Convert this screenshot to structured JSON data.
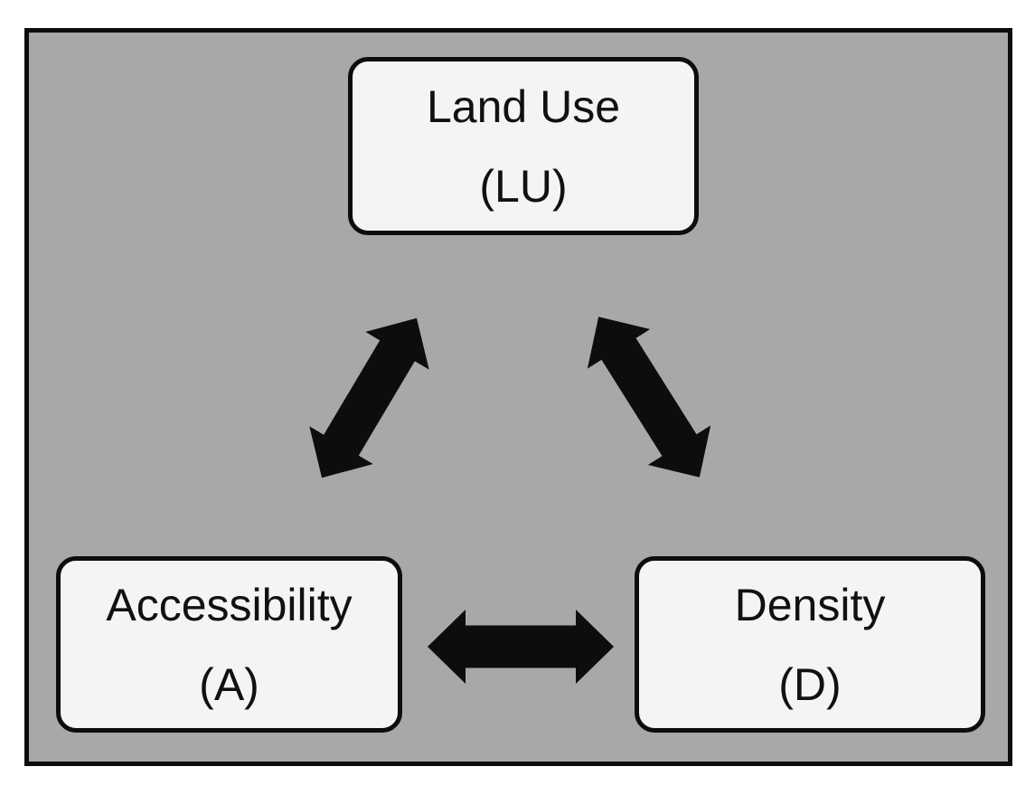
{
  "diagram": {
    "panel_background_color": "#a8a8a8",
    "node_fill_color": "#f4f4f4",
    "border_color": "#0d0d0d",
    "arrow_color": "#0d0d0d",
    "nodes": [
      {
        "id": "land-use",
        "title": "Land Use",
        "abbrev": "(LU)"
      },
      {
        "id": "accessibility",
        "title": "Accessibility",
        "abbrev": "(A)"
      },
      {
        "id": "density",
        "title": "Density",
        "abbrev": "(D)"
      }
    ],
    "edges": [
      {
        "from": "land-use",
        "to": "accessibility",
        "bidirectional": true
      },
      {
        "from": "land-use",
        "to": "density",
        "bidirectional": true
      },
      {
        "from": "accessibility",
        "to": "density",
        "bidirectional": true
      }
    ]
  }
}
